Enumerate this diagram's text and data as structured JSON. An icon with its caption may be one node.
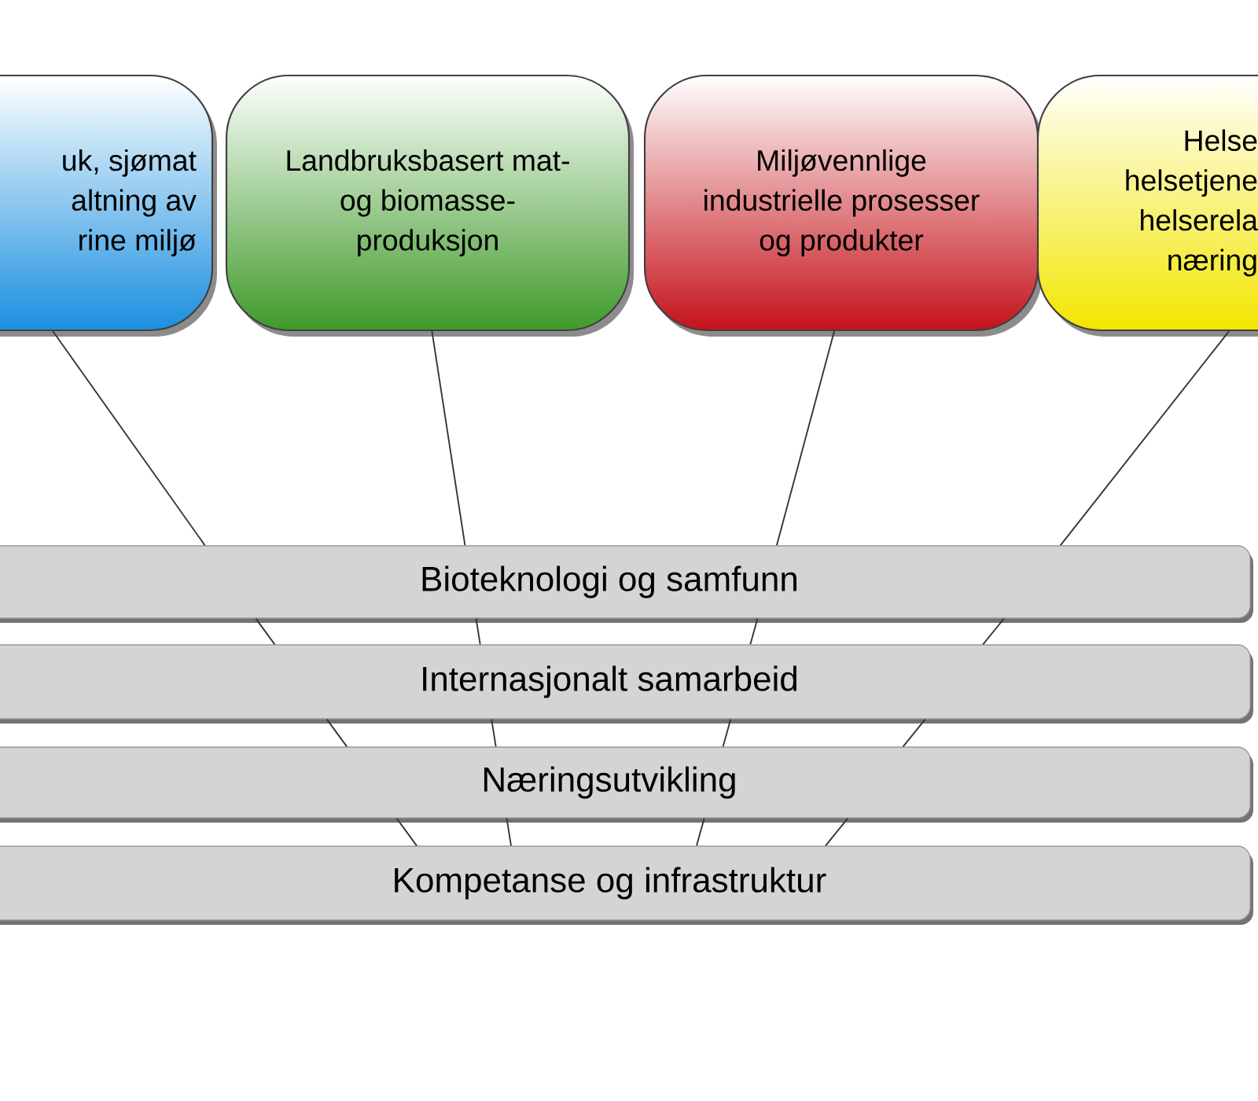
{
  "diagram": {
    "nodes": [
      {
        "text": [
          "uk, sjømat altning av rine miljø"
        ]
      },
      {
        "text": [
          "Landbruksbasert mat- og biomasse- produksjon"
        ]
      },
      {
        "text": [
          "Miljøvennlige industrielle prosesser og produkter"
        ]
      },
      {
        "text": [
          "Helse helsetjene helserela næring"
        ]
      },
      {
        "text": [
          "Bioteknologi og samfunn"
        ]
      },
      {
        "text": [
          "Internasjonalt samarbeid"
        ]
      },
      {
        "text": [
          "Næringsutvikling"
        ]
      },
      {
        "text": [
          "Kompetanse og infrastruktur"
        ]
      }
    ],
    "edges": [
      {
        "from": 0,
        "to": 4,
        "arrow": "none"
      },
      {
        "from": 1,
        "to": 4,
        "arrow": "none"
      },
      {
        "from": 2,
        "to": 4,
        "arrow": "none"
      },
      {
        "from": 3,
        "to": 4,
        "arrow": "none"
      },
      {
        "from": 4,
        "to": 5,
        "arrow": "none"
      },
      {
        "from": 4,
        "to": 5,
        "arrow": "none"
      },
      {
        "from": 4,
        "to": 5,
        "arrow": "none"
      },
      {
        "from": 4,
        "to": 5,
        "arrow": "none"
      },
      {
        "from": 5,
        "to": 6,
        "arrow": "none"
      },
      {
        "from": 5,
        "to": 6,
        "arrow": "none"
      },
      {
        "from": 5,
        "to": 6,
        "arrow": "none"
      },
      {
        "from": 5,
        "to": 6,
        "arrow": "none"
      },
      {
        "from": 6,
        "to": 7,
        "arrow": "none"
      },
      {
        "from": 6,
        "to": 7,
        "arrow": "none"
      },
      {
        "from": 6,
        "to": 7,
        "arrow": "none"
      },
      {
        "from": 6,
        "to": 7,
        "arrow": "none"
      }
    ]
  }
}
